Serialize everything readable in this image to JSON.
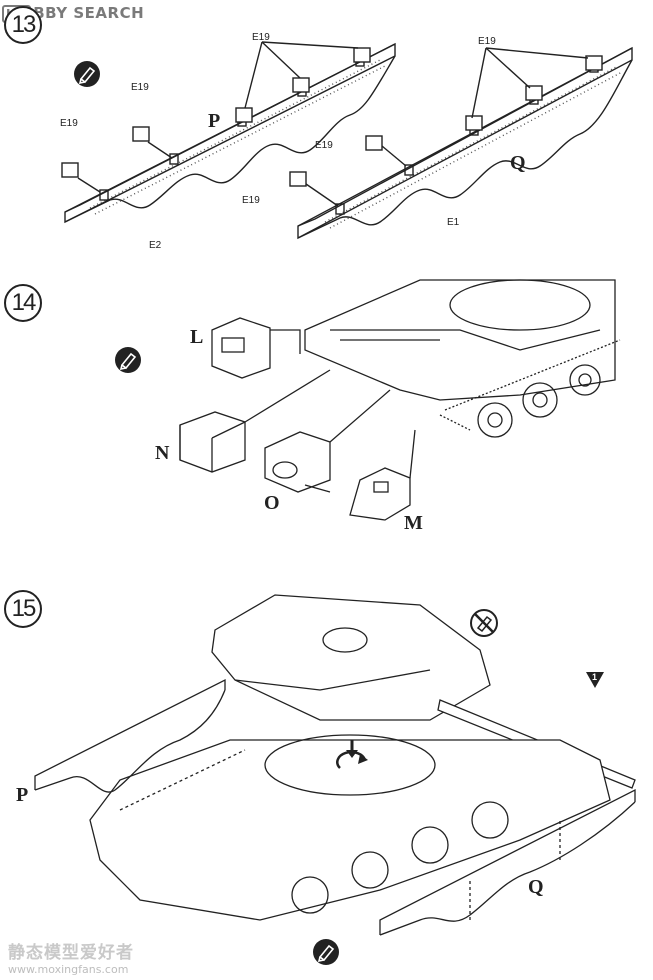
{
  "header": {
    "logo_mark": "HO",
    "logo_text": "BBY SEARCH"
  },
  "steps": [
    {
      "number": "13"
    },
    {
      "number": "14"
    },
    {
      "number": "15"
    }
  ],
  "step13": {
    "part_e19": "E19",
    "part_e2": "E2",
    "part_e1": "E1",
    "assembly_p": "P",
    "assembly_q": "Q"
  },
  "step14": {
    "part_l": "L",
    "part_m": "M",
    "part_n": "N",
    "part_o": "O"
  },
  "step15": {
    "assembly_p": "P",
    "assembly_q": "Q",
    "marker_number": "1"
  },
  "watermark": {
    "chinese": "静态模型爱好者",
    "url": "www.moxingfans.com"
  },
  "icons": [
    "glue-icon",
    "no-glue-icon",
    "rotate-arrow-icon",
    "triangle-marker-icon"
  ]
}
